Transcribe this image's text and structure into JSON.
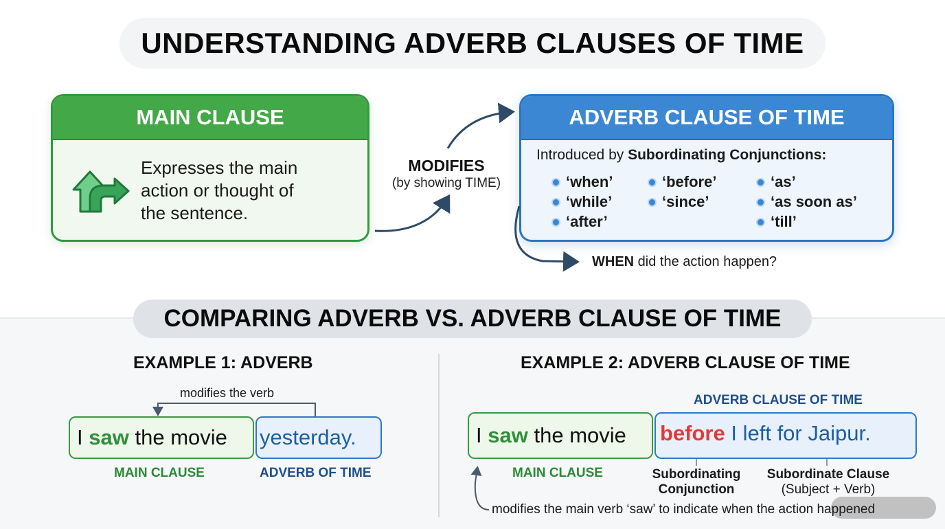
{
  "title": "UNDERSTANDING ADVERB CLAUSES OF TIME",
  "main_clause": {
    "header": "MAIN CLAUSE",
    "description_lines": [
      "Expresses the main",
      "action or thought of",
      "the sentence."
    ],
    "icon": "turn-right-arrow-icon"
  },
  "connector": {
    "label": "MODIFIES",
    "sublabel": "(by showing TIME)"
  },
  "adverb_clause": {
    "header": "ADVERB CLAUSE OF TIME",
    "intro_prefix": "Introduced by ",
    "intro_bold": "Subordinating Conjunctions:",
    "conjunctions": [
      "‘when’",
      "‘while’",
      "‘after’",
      "‘before’",
      "‘since’",
      "‘as’",
      "‘as soon as’",
      "‘till’"
    ]
  },
  "question": {
    "bold": "WHEN",
    "rest": " did the action happen?"
  },
  "section2_title": "COMPARING ADVERB VS. ADVERB CLAUSE OF TIME",
  "example1": {
    "title": "EXAMPLE 1: ADVERB",
    "modifies_label": "modifies the verb",
    "main_words": [
      "I",
      "saw",
      "the movie"
    ],
    "adverb": "yesterday.",
    "caption_main": "MAIN CLAUSE",
    "caption_adverb": "ADVERB OF TIME"
  },
  "example2": {
    "title": "EXAMPLE 2: ADVERB CLAUSE OF TIME",
    "top_label": "ADVERB CLAUSE OF TIME",
    "main_words": [
      "I",
      "saw",
      "the movie"
    ],
    "conjunction": "before",
    "clause_rest": "I left for Jaipur.",
    "caption_main": "MAIN CLAUSE",
    "caption_conj_lines": [
      "Subordinating",
      "Conjunction"
    ],
    "caption_sub_line1": "Subordinate Clause",
    "caption_sub_line2": "(Subject + Verb)",
    "bottom_note": "modifies the main verb ‘saw’ to indicate when the action happened"
  },
  "colors": {
    "green": "#43a847",
    "blue": "#3c87d4",
    "red": "#e03b36",
    "navy": "#1d4f8c"
  }
}
